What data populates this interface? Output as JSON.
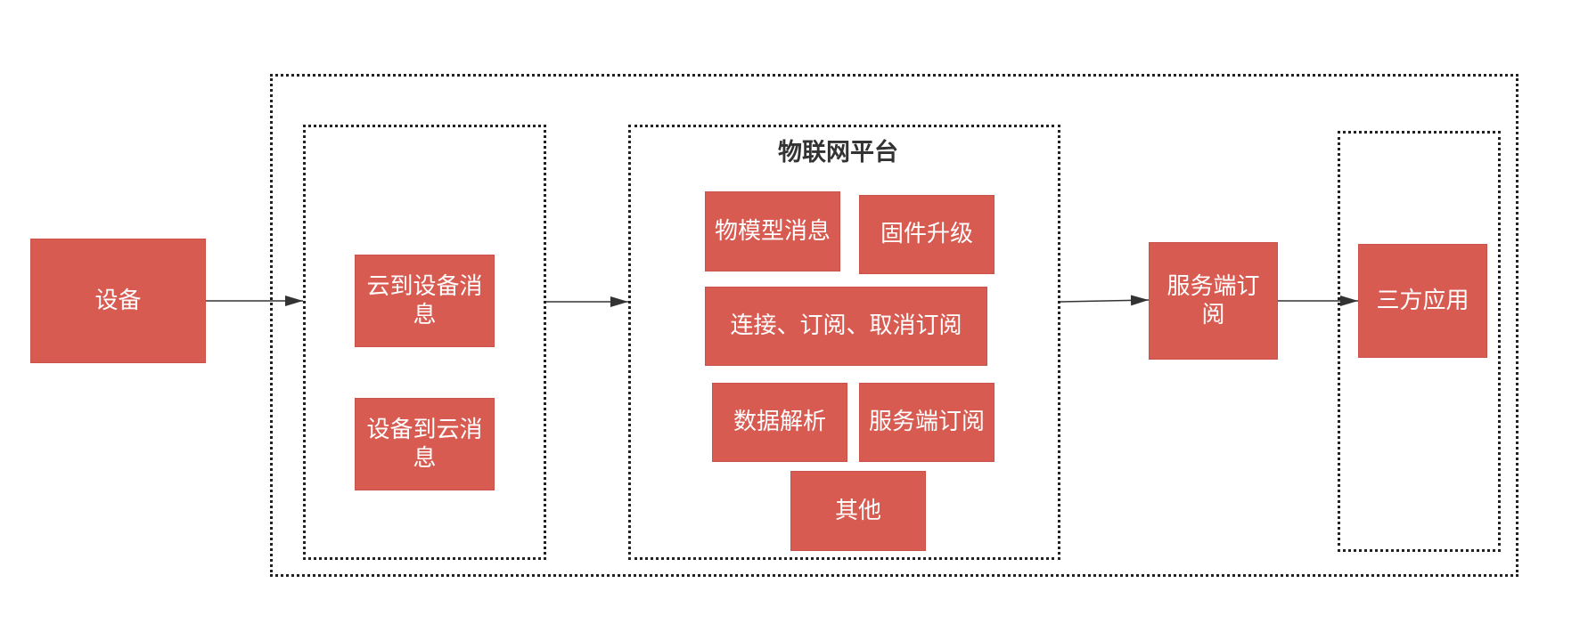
{
  "platform": {
    "title": "物联网平台",
    "modules": {
      "thing_model": "物模型消息",
      "firmware": "固件升级",
      "connect": "连接、订阅、取消订阅",
      "parse": "数据解析",
      "server_sub": "服务端订阅",
      "other": "其他"
    }
  },
  "nodes": {
    "device": "设备",
    "cloud_to_device": "云到设备消息",
    "device_to_cloud": "设备到云消息",
    "server_sub": "服务端订阅",
    "third_party": "三方应用"
  },
  "colors": {
    "node_fill": "#d85b52",
    "node_text": "#ffffff",
    "title_text": "#333333",
    "border": "#222222"
  }
}
